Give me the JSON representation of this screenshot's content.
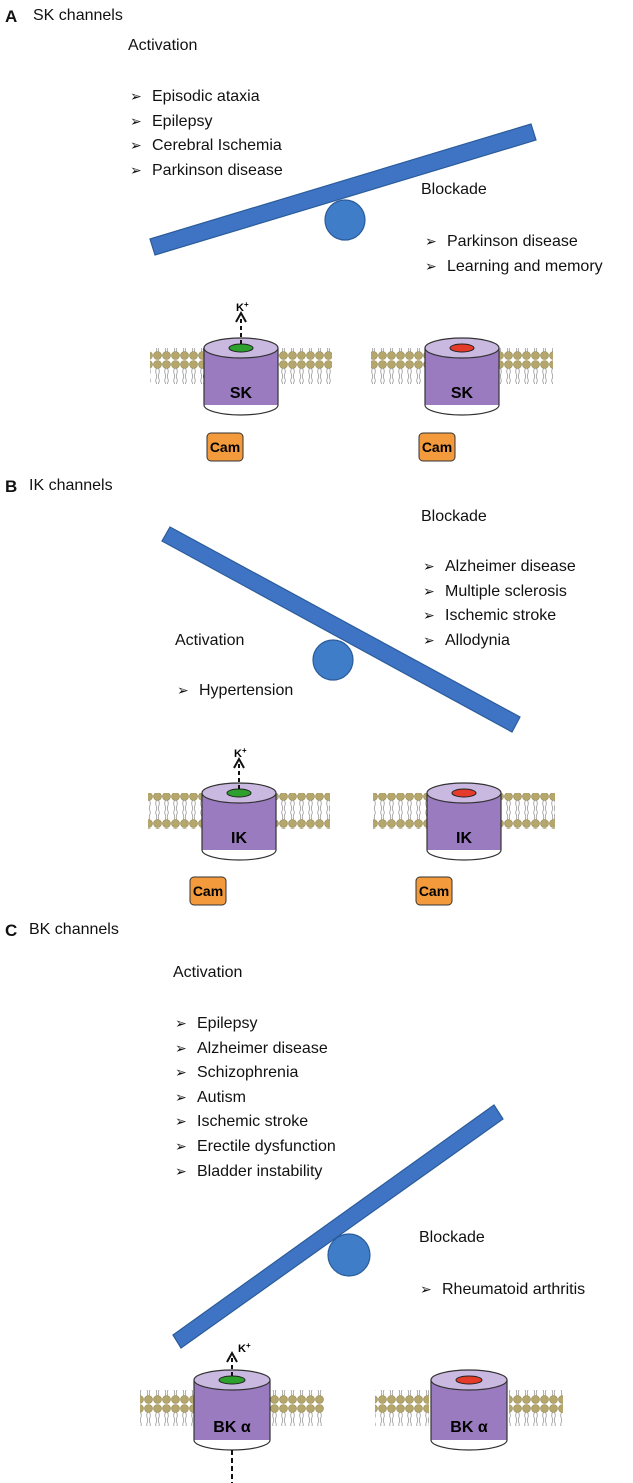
{
  "colors": {
    "seesaw": "#3f74c5",
    "fulcrum": "#3f7dc8",
    "channel": "#9b7bc0",
    "channel_top": "#c9b8e0",
    "open_pore": "#2da02d",
    "blocked_pore": "#e53b2b",
    "cam": "#f39a3c",
    "lipid": "#b5a76c"
  },
  "panels": [
    {
      "letter": "A",
      "title": "SK channels",
      "activation": {
        "heading": "Activation",
        "items": [
          "Episodic ataxia",
          "Epilepsy",
          "Cerebral Ischemia",
          "Parkinson disease"
        ]
      },
      "blockade": {
        "heading": "Blockade",
        "items": [
          "Parkinson disease",
          "Learning and memory"
        ]
      },
      "channels": [
        {
          "label": "SK",
          "state": "open",
          "ion": "K+",
          "cam": "Cam"
        },
        {
          "label": "SK",
          "state": "blocked",
          "cam": "Cam"
        }
      ]
    },
    {
      "letter": "B",
      "title": "IK channels",
      "activation": {
        "heading": "Activation",
        "items": [
          "Hypertension"
        ]
      },
      "blockade": {
        "heading": "Blockade",
        "items": [
          "Alzheimer disease",
          "Multiple sclerosis",
          "Ischemic stroke",
          "Allodynia"
        ]
      },
      "channels": [
        {
          "label": "IK",
          "state": "open",
          "ion": "K+",
          "cam": "Cam"
        },
        {
          "label": "IK",
          "state": "blocked",
          "cam": "Cam"
        }
      ]
    },
    {
      "letter": "C",
      "title": "BK channels",
      "activation": {
        "heading": "Activation",
        "items": [
          "Epilepsy",
          "Alzheimer disease",
          "Schizophrenia",
          "Autism",
          "Ischemic stroke",
          "Erectile dysfunction",
          "Bladder instability"
        ]
      },
      "blockade": {
        "heading": "Blockade",
        "items": [
          "Rheumatoid arthritis"
        ]
      },
      "channels": [
        {
          "label": "BK α",
          "state": "open",
          "ion": "K+"
        },
        {
          "label": "BK α",
          "state": "blocked"
        }
      ]
    }
  ]
}
